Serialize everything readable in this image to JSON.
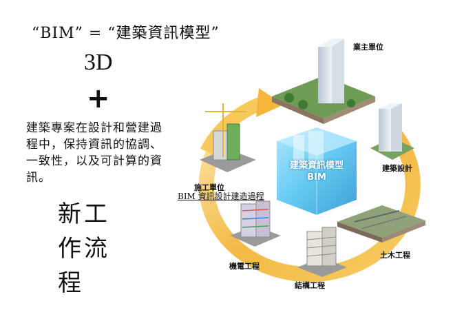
{
  "left": {
    "equation": "“BIM” = “建築資訊模型”",
    "three_d": "3D",
    "plus": "+",
    "description": "建築專案在設計和營建過程中，保持資訊的協調、一致性，以及可計算的資訊。",
    "new_workflow": "新工作流程"
  },
  "diagram": {
    "center_title": "建築資訊模型",
    "center_sub": "BIM",
    "caption": "BIM 資訊設計建造過程",
    "nodes": {
      "owner": "業主單位",
      "architecture": "建築設計",
      "civil": "土木工程",
      "structure": "結構工程",
      "mep": "機電工程",
      "contractor": "施工單位"
    },
    "colors": {
      "arrow": "#f2b63b",
      "arrow_light": "#fbe3a2",
      "cube": "#49c0f0"
    }
  }
}
